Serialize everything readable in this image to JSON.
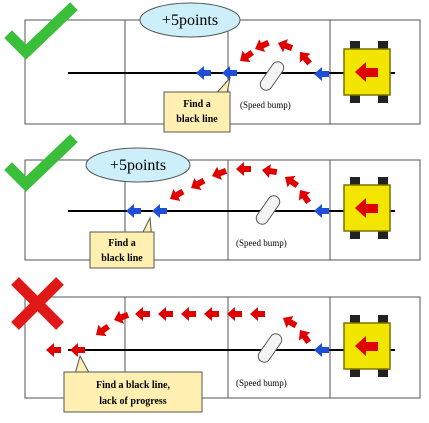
{
  "colors": {
    "success": "#3bbf3b",
    "failure": "#e01818",
    "arrow_red": "#e00000",
    "arrow_blue": "#1f4fd8",
    "bubble_fill": "#cdeffa",
    "note_fill": "#ffefb0",
    "robot_body": "#f2e600",
    "board_line": "#000000"
  },
  "scenarios": [
    {
      "result": "success",
      "result_icon": "checkmark-icon",
      "bubble": "+5points",
      "note_lines": [
        "Find a",
        "black line"
      ],
      "bump_label": "(Speed bump)"
    },
    {
      "result": "success",
      "result_icon": "checkmark-icon",
      "bubble": "+5points",
      "note_lines": [
        "Find a",
        "black line"
      ],
      "bump_label": "(Speed bump)"
    },
    {
      "result": "failure",
      "result_icon": "cross-icon",
      "note_lines": [
        "Find a black line,",
        "lack of progress"
      ],
      "bump_label": "(Speed bump)"
    }
  ]
}
